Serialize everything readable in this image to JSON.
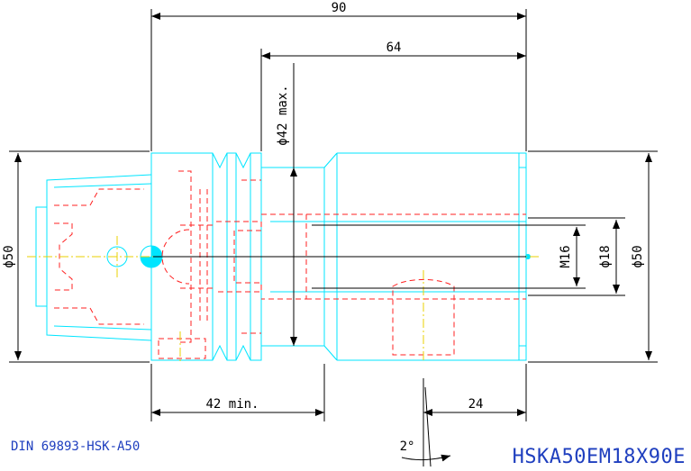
{
  "drawing": {
    "dimensions": {
      "overall_length": "90",
      "shank_length": "64",
      "max_diameter": "ϕ42 max.",
      "left_diameter": "ϕ50",
      "right_diameter": "ϕ50",
      "thread": "M16",
      "bore": "ϕ18",
      "min_length": "42 min.",
      "right_length": "24",
      "taper_angle": "2°"
    },
    "standard": "DIN 69893-HSK-A50",
    "part_code": "HSKA50EM18X90E"
  },
  "colors": {
    "outline": "#00e5ff",
    "hidden": "#ff2020",
    "centerline": "#e8d000",
    "dimension": "#000000",
    "label": "#1f3fbf"
  }
}
